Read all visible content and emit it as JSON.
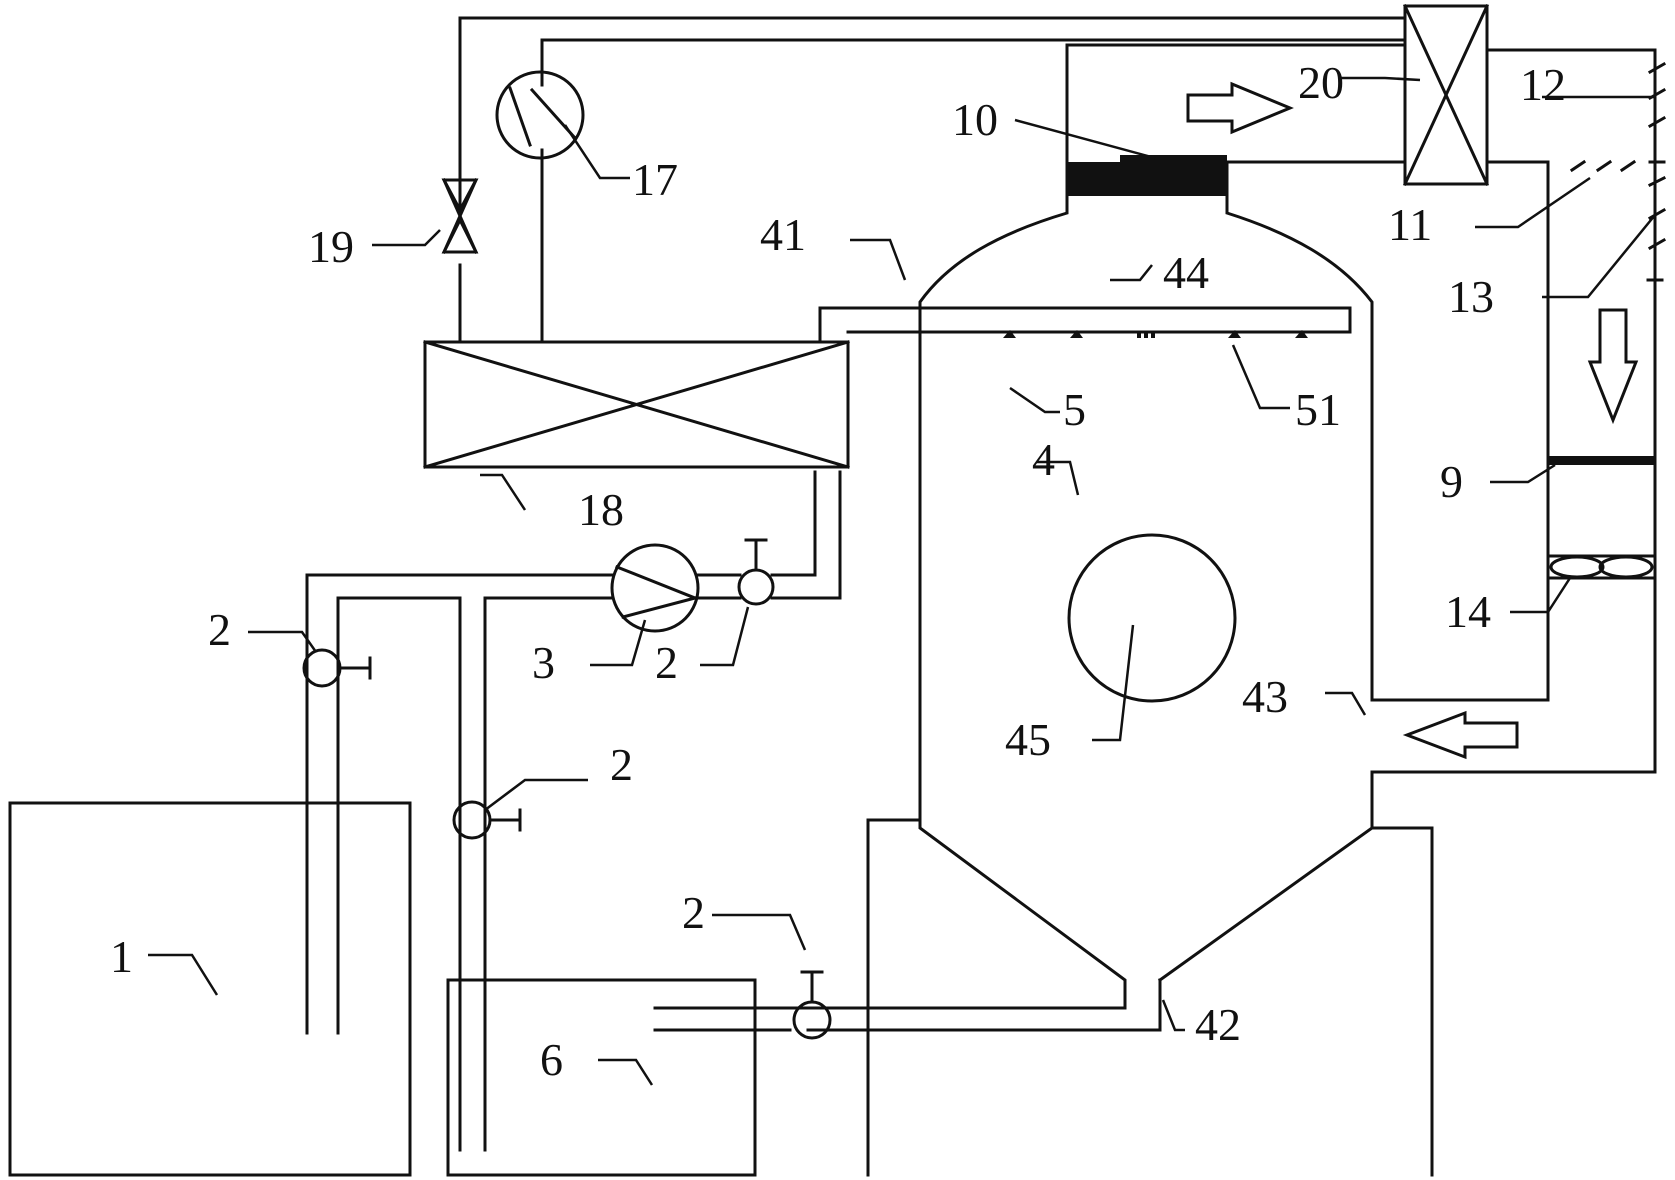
{
  "colors": {
    "ink": "#111111",
    "background": "#ffffff"
  },
  "labels": {
    "l1": "1",
    "l2a": "2",
    "l2b": "2",
    "l2c": "2",
    "l2d": "2",
    "l3": "3",
    "l4": "4",
    "l5": "5",
    "l6": "6",
    "l9": "9",
    "l10": "10",
    "l11": "11",
    "l12": "12",
    "l13": "13",
    "l14": "14",
    "l17": "17",
    "l18": "18",
    "l19": "19",
    "l20": "20",
    "l41": "41",
    "l42": "42",
    "l43": "43",
    "l44": "44",
    "l45": "45",
    "l51": "51"
  }
}
